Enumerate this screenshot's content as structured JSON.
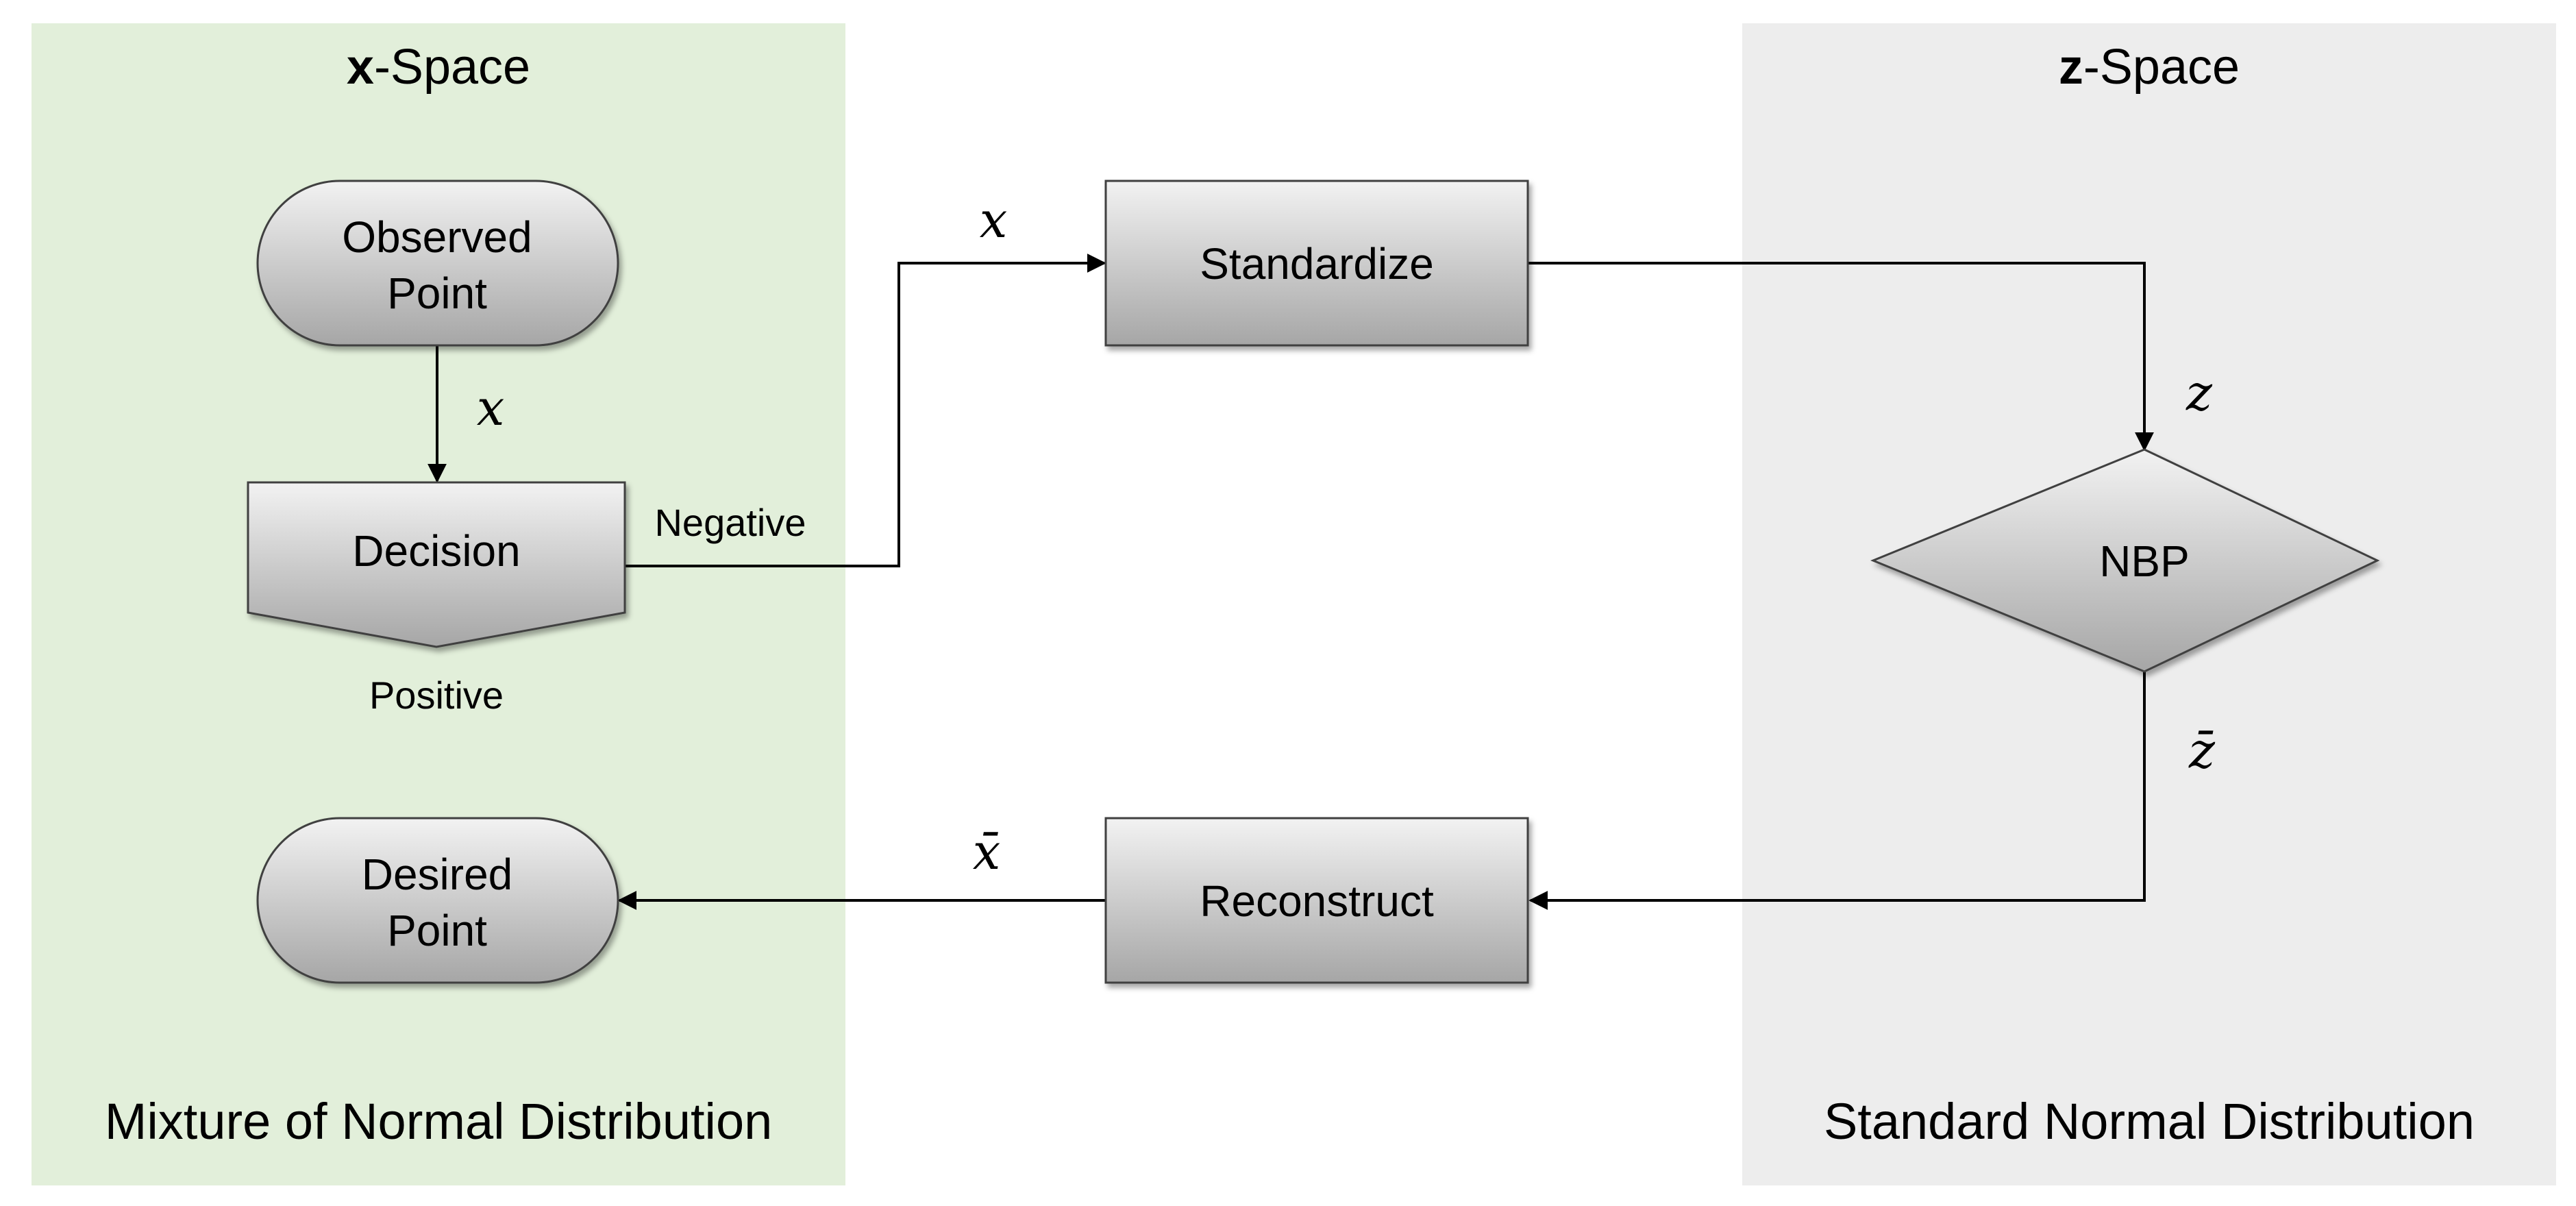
{
  "panels": {
    "left": {
      "title_bold": "x",
      "title_rest": "-Space",
      "subtitle": "Mixture of Normal Distribution",
      "color": "#e2efda"
    },
    "right": {
      "title_bold": "z",
      "title_rest": "-Space",
      "subtitle": "Standard Normal Distribution",
      "color": "#ededed"
    }
  },
  "nodes": {
    "observed_point": {
      "line1": "Observed",
      "line2": "Point"
    },
    "decision": {
      "label": "Decision"
    },
    "desired_point": {
      "line1": "Desired",
      "line2": "Point"
    },
    "standardize": {
      "label": "Standardize"
    },
    "reconstruct": {
      "label": "Reconstruct"
    },
    "nbp": {
      "label": "NBP"
    }
  },
  "edge_labels": {
    "observed_to_decision": "x",
    "negative": "Negative",
    "positive": "Positive",
    "to_standardize": "x",
    "to_nbp": "z",
    "from_nbp": "z̄",
    "to_desired": "x̄"
  },
  "colors": {
    "shape_top": "#f2f2f2",
    "shape_bottom": "#a6a6a6",
    "outline": "#404040",
    "text": "#000000",
    "arrow": "#000000"
  }
}
